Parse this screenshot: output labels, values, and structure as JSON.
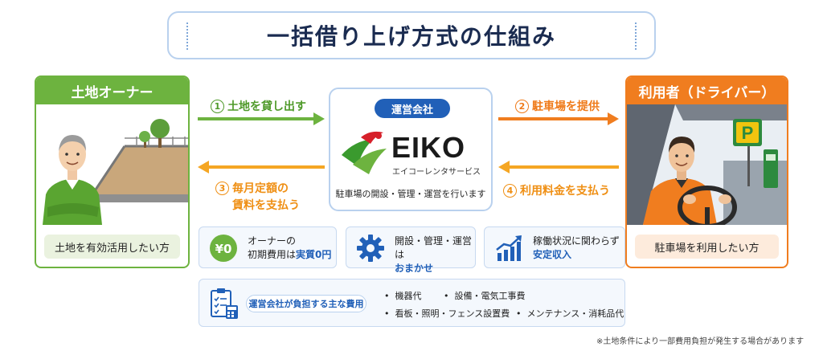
{
  "title": "一括借り上げ方式の仕組み",
  "owner": {
    "heading": "土地オーナー",
    "caption": "土地を有効活用したい方"
  },
  "user": {
    "heading": "利用者（ドライバー）",
    "caption": "駐車場を利用したい方"
  },
  "operator": {
    "badge": "運営会社",
    "logo_text": "EIKO",
    "logo_kana": "エイコーレンタサービス",
    "description": "駐車場の開設・管理・運営を行います"
  },
  "flows": [
    {
      "num": "1",
      "text": "土地を貸し出す"
    },
    {
      "num": "2",
      "text": "駐車場を提供"
    },
    {
      "num": "3",
      "line1": "毎月定額の",
      "line2": "賃料を支払う"
    },
    {
      "num": "4",
      "text": "利用料金を支払う"
    }
  ],
  "features": [
    {
      "icon": "yen-zero-icon",
      "icon_text": "¥0",
      "line1": "オーナーの",
      "line2_plain": "初期費用は",
      "line2_highlight": "実質0円"
    },
    {
      "icon": "gear-icon",
      "line1": "開設・管理・運営は",
      "line2_highlight": "おまかせ"
    },
    {
      "icon": "growth-chart-icon",
      "line1": "稼働状況に関わらず",
      "line2_highlight": "安定収入"
    }
  ],
  "costs": {
    "label": "運営会社が負担する主な費用",
    "items": [
      "機器代",
      "設備・電気工事費",
      "看板・照明・フェンス設置費",
      "メンテナンス・消耗品代"
    ]
  },
  "parking_sign": "P",
  "note": "※土地条件により一部費用負担が発生する場合があります",
  "colors": {
    "green": "#6db33f",
    "orange": "#f07d1f",
    "blue": "#2160b8",
    "title_border": "#b9d1ee"
  }
}
